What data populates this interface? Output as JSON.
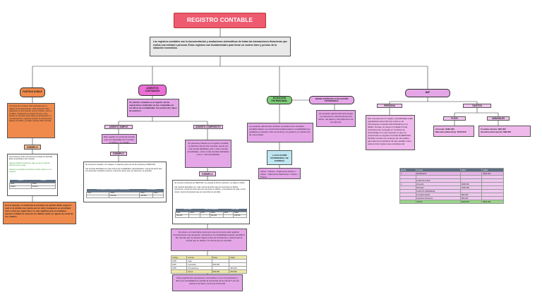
{
  "title": "REGISTRO CONTABLE",
  "intro": "Los registros contables son la documentación y anotaciones sistemáticas de todas las transacciones financieras que realiza una entidad o persona. Estos registros son fundamentales para llevar un control claro y preciso de la situación económica.",
  "partida": {
    "label": "PARTIDA DOBLE",
    "text": "Corresponde al método más empleado para el registro de las operaciones, cada operación debe registrarse en dos cuentas, una en el Debe y otra en el Haber, respetando el principio de que no hay deudor sin acreedor. Esto influye la participación en una transacción y siguiente ocasión la estructura del balance del Debe y el Haber siempre debe coincidir.",
    "example_label": "EJEMPLO",
    "example_text_1": "Una empresa vende mercancía al contado por $10,000. Esta venta afecta a dos cuentas:",
    "example_text_2": "Caja (se debita la cuenta de caja, ya que se ingresa efectivo por la venta).",
    "example_text_3": "Ventas (se acredita la cuenta de ventas, porque es un ingreso).",
    "mini_headers": [
      "Cuenta",
      "Cuenta"
    ],
    "mini_rows": [
      [
        "Debe",
        "Haber"
      ],
      [
        "Caja $",
        "Venta $"
      ]
    ],
    "footer": "Con el ejemplo se evidencia el principio de partida doble según el cual si se debita una cuenta por un valor cualquiera se acreditará otra o otras por igual valor. Lo que significa que en cualquier asiento contable la suma de los débitos debe ser igual a la suma de los créditos."
  },
  "asientos": {
    "label": "ASIENTOS CONTABLES",
    "text": "Un asiento contable es el registro de las operaciones realizadas en las compañías en los libros de contabilidad. Así existen dos tipos de asientos:",
    "simple_label": "ASIENTO SIMPLE",
    "simple_text": "Este registro se presenta cuando solo son afectadas dos cuentas: un débito y un crédito.",
    "simple_example_label": "EJEMPLO",
    "simple_example": "Se compra al contado, con cheque, un televisor para uso de la empresa por $600.000.",
    "simple_example_2": "Las cuentas afectadas por esta compra de contabilidad y administración, cuenta de activo que por aumentar va debita y bancos, cuenta de activo que, por disminuir, se acredita.",
    "simple_tbl_headers": [
      "1528 Equipo de computación y comunicación",
      "1110 Bancos"
    ],
    "simple_tbl_rows": [
      [
        "Debe",
        "Haber",
        "Debe",
        "Haber"
      ],
      [
        "",
        "600.000",
        "600.000",
        ""
      ]
    ],
    "compuesto_label": "ASIENTO COMPUESTO",
    "compuesto_text": "Se presenta cuando en el registro contable se afectan más de dos cuentas: puede ser una cuenta debitada y dos o más cuentas acreditadas, o dos o más cuentas debitadas y dos o más acreditadas.",
    "compuesto_example_label": "EJEMPLO",
    "compuesto_example": "Se compra mercancía por $600.000, se cancela el 40% en efectivo y el saldo a crédito.",
    "compuesto_example_2": "Las cuentas afectadas son: caja, cuenta de activo que por aumentar se debita; mercancía, cuenta de activo que por aumentar se debita, y proveedores de caja y el por mayor, cuenta de ingresos que por aumentar se acredita.",
    "compuesto_tbl_headers": [
      "1435 Caja",
      "2205 Proveedores",
      "1105 Caja"
    ],
    "compuesto_tbl_rows": [
      [
        "Debe",
        "Haber",
        "Debe",
        "Haber",
        "Debe",
        "Haber"
      ],
      [
        "600.000",
        "",
        "",
        "360.000",
        "",
        "240.000"
      ]
    ],
    "note": "De efecto, es importante reconocer que el proceso para registrar correctamente una operación mercantil en la contabilidad requiere identificar las cuentas que se afectan según el tipo de transacción y determinar la cuenta que se debita y la cuenta que se acredita.",
    "ledger_headers": [
      "Código",
      "Cuenta",
      "Debe",
      "Haber"
    ],
    "ledger_rows": [
      [
        "1435",
        "Caja",
        "",
        ""
      ],
      [
        "1105",
        "Inventario",
        "600.000",
        ""
      ],
      [
        "2205",
        "Proveedores",
        "",
        "360.000"
      ],
      [
        "",
        "Suma",
        "600.000",
        "600.000"
      ]
    ],
    "closing": "Para registrar las operaciones mercantiles en los comprobantes y libros de contabilidad se cambia la estructura de la cuenta T por los asientos de diario, de forma horizontal."
  },
  "ecuacion": {
    "label": "ECUACIÓN PATRIMONIAL",
    "text": "La ecuación patrimonial, también conocida como ecuación contable básica, es una fórmula fundamental en contabilidad que establece la relación entre los activos, los pasivos y el patrimonio de una entidad.",
    "side_label": "RESOLUCIÓN DE LA ECUACIÓN PATRIMONIAL",
    "side_text": "La ecuación patrimonial varía según los aumentos o disminuciones del activo, del pasivo y del patrimonio de la empresa.",
    "formula_label": "LA ECUACIÓN PATRIMONIAL SE EXPRESA",
    "formula": "Activo = Pasivo + Patrimonio Pasivo = Activo - Patrimonio Patrimonio = Activo - Pasivo"
  },
  "nic": {
    "label": "NIIF",
    "left_label": "PERSONA",
    "left_text": "Son una serie de 17 reglas y actualizadas estás reguladoras para informar el día en de Tecnología en Gestión Administrativa en el SENA. Aunque no tengo un trabajo formal, recientemente consegui un Contrato de Aprendizaje con una empresa, lo que me proporciona un ingreso mensual de $900.000. También cuento con el apoyo de mis padres, para para los propósitos de este análisis, tiene está el único ingreso que considera del.",
    "right_label": "GASTOS",
    "fijos_label": "FIJOS",
    "fijos_items": [
      "Arriendo: $180.000",
      "Mercado (alimentos): $150.000"
    ],
    "variables_label": "VARIABLES",
    "variables_items": [
      "Comidas diarias: $80.000",
      "Gasolina (transporte): $80.000"
    ],
    "table_headers": [
      "Fecha",
      "Cuenta",
      "Debe",
      "Haber"
    ],
    "table_rows": [
      [
        "1",
        "INGRESOS",
        "",
        "$900.000"
      ],
      [
        "",
        "",
        "",
        ""
      ],
      [
        "",
        "GASTOS FIJOS",
        "",
        ""
      ],
      [
        "2",
        "Arriendo",
        "$180.000",
        ""
      ],
      [
        "",
        "Mercado",
        "$150.000",
        ""
      ],
      [
        "",
        "GASTOS VARIABLES",
        "",
        ""
      ],
      [
        "",
        "Comidas diarias",
        "$80.000",
        ""
      ],
      [
        "",
        "Gasolina transporte",
        "$80.000",
        ""
      ],
      [
        "",
        "TOTAL",
        "$490.000",
        "$900.000"
      ]
    ]
  }
}
